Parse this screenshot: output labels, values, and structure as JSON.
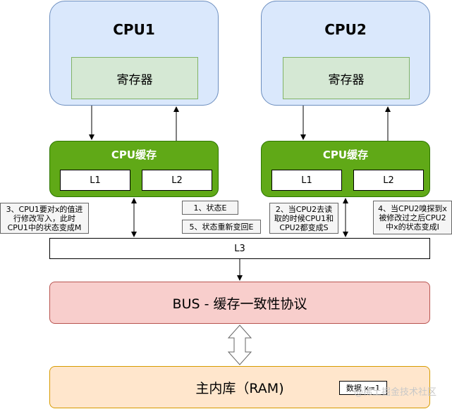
{
  "cpu1": {
    "title": "CPU1",
    "register": "寄存器"
  },
  "cpu2": {
    "title": "CPU2",
    "register": "寄存器"
  },
  "cache1": {
    "title": "CPU缓存",
    "l1": "L1",
    "l2": "L2"
  },
  "cache2": {
    "title": "CPU缓存",
    "l1": "L1",
    "l2": "L2"
  },
  "notes": {
    "n3": "3、CPU1要对x的值进\n行修改写入，此时\nCPU1中的状态变成M",
    "n1": "1、状态E",
    "n5": "5、状态重新变回E",
    "n2": "2、当CPU2去读\n取的时候CPU1和\nCPU2都变成S",
    "n4": "4、当CPU2嗅探到x\n被修改过之后CPU2\n中x的状态变成I"
  },
  "l3": "L3",
  "bus": "BUS - 缓存一致性协议",
  "ram": "主内库（RAM)",
  "data_label": "数据 x=1",
  "watermark": "@稀土掘金技术社区"
}
